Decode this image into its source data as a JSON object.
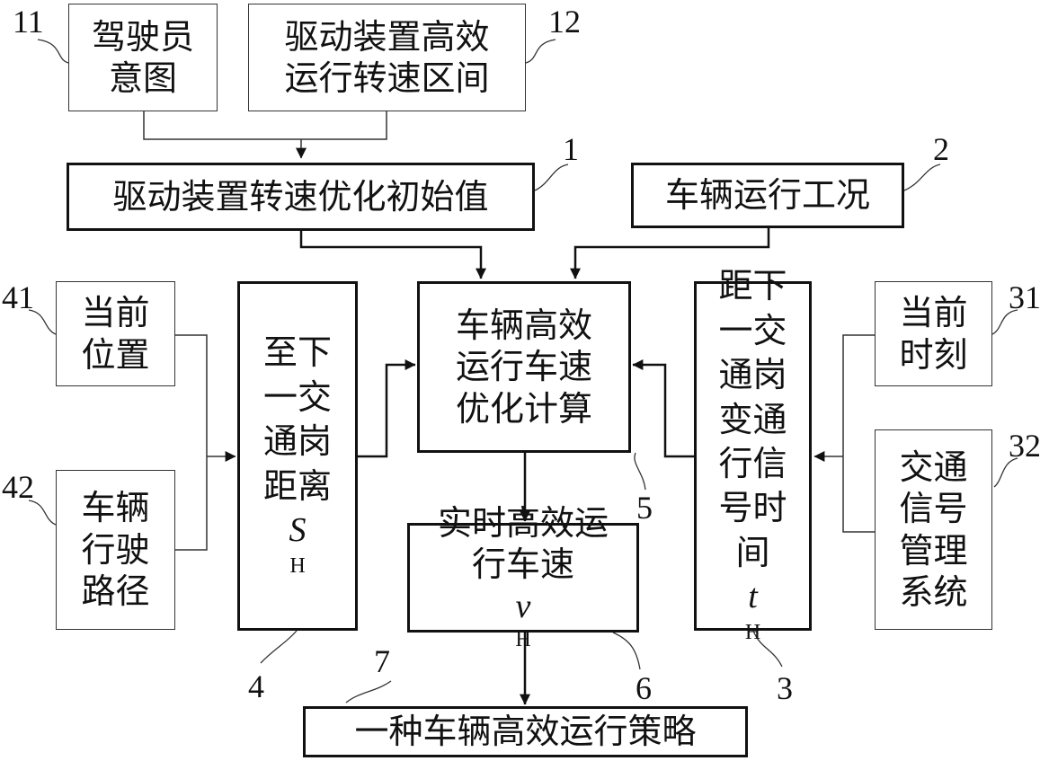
{
  "blocks": {
    "driver_intent": [
      "驾驶员",
      "意图"
    ],
    "efficient_speed_range": [
      "驱动装置高效",
      "运行转速区间"
    ],
    "initial_speed_value": "驱动装置转速优化初始值",
    "vehicle_condition": "车辆运行工况",
    "current_position": [
      "当前",
      "位置"
    ],
    "travel_route": [
      "车辆",
      "行驶",
      "路径"
    ],
    "distance_to_post": {
      "lines": [
        "至下",
        "一交",
        "通岗",
        "距离"
      ],
      "symbol": "S",
      "subscript": "H"
    },
    "speed_optimization": [
      "车辆高效",
      "运行车速",
      "优化计算"
    ],
    "signal_time": {
      "lines": [
        "距下",
        "一交",
        "通岗",
        "变通",
        "行信",
        "号时"
      ],
      "last_prefix": "间",
      "symbol": "t",
      "subscript": "H"
    },
    "current_time": [
      "当前",
      "时刻"
    ],
    "traffic_signal_system": [
      "交通",
      "信号",
      "管理",
      "系统"
    ],
    "realtime_speed": {
      "line1": "实时高效运",
      "line2_prefix": "行车速",
      "symbol": "v",
      "subscript": "H"
    },
    "strategy": "一种车辆高效运行策略"
  },
  "ref_numbers": {
    "n11": "11",
    "n12": "12",
    "n1": "1",
    "n2": "2",
    "n41": "41",
    "n42": "42",
    "n31": "31",
    "n32": "32",
    "n4": "4",
    "n5": "5",
    "n3": "3",
    "n6": "6",
    "n7": "7"
  }
}
